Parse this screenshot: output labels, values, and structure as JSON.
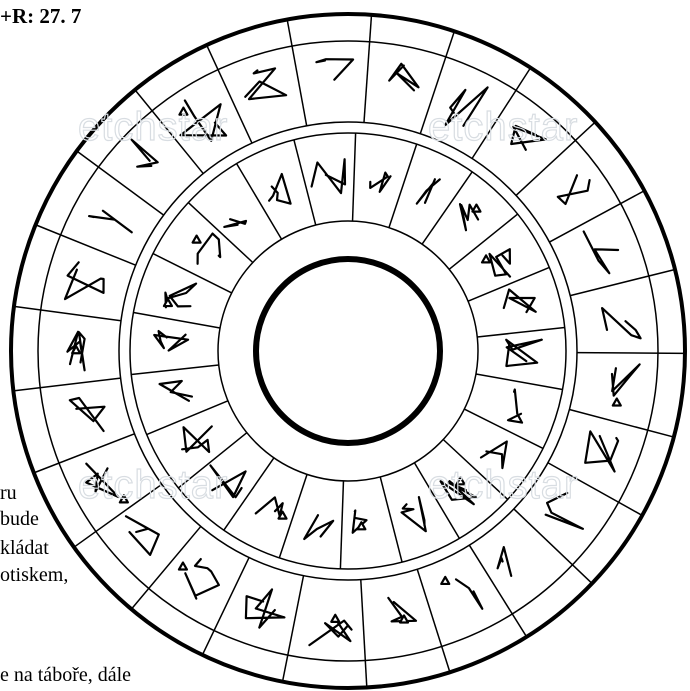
{
  "header": {
    "text": "+R: 27. 7"
  },
  "left_text": [
    "ru",
    "bude",
    "kládat",
    "otiskem,",
    "e na táboře, dále"
  ],
  "watermark": "etchstar",
  "colors": {
    "ink": "#000000",
    "watermark": "#d8dde2",
    "paper": "#ffffff"
  },
  "wheel": {
    "outer_sectors": 25,
    "inner_sectors": 22
  }
}
